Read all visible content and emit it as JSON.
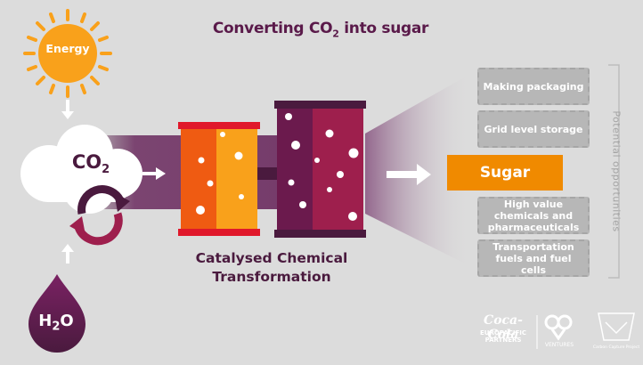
{
  "title": "Converting CO",
  "title_sub": "2",
  "title_tail": " into sugar",
  "energy_label": "Energy",
  "co2_label": "CO",
  "co2_sub": "2",
  "h2o_label": "H",
  "h2o_sub": "2",
  "h2o_tail": "O",
  "process": {
    "line1": "Catalysed Chemical",
    "line2": "Transformation"
  },
  "product": "Sugar",
  "opportunities": {
    "label": "Potential opportunities",
    "items": [
      "Making packaging",
      "Grid level storage",
      "High value chemicals and pharmaceuticals",
      "Transportation fuels and fuel cells"
    ]
  },
  "logos": {
    "coca_cola": "Coca-Cola",
    "coca_cola_sub": "EUROPACIFIC PARTNERS",
    "ventures": "VENTURES",
    "center": "Carbon Capture Project"
  },
  "colors": {
    "background": "#dcdcdc",
    "purple_dark": "#4a1a3e",
    "maroon": "#9e1f4d",
    "orange": "#f08a00",
    "orange_dark": "#ef5b12",
    "red_cap": "#e0182b",
    "sun": "#f9a11b",
    "box_grey": "#b7b7b7"
  }
}
